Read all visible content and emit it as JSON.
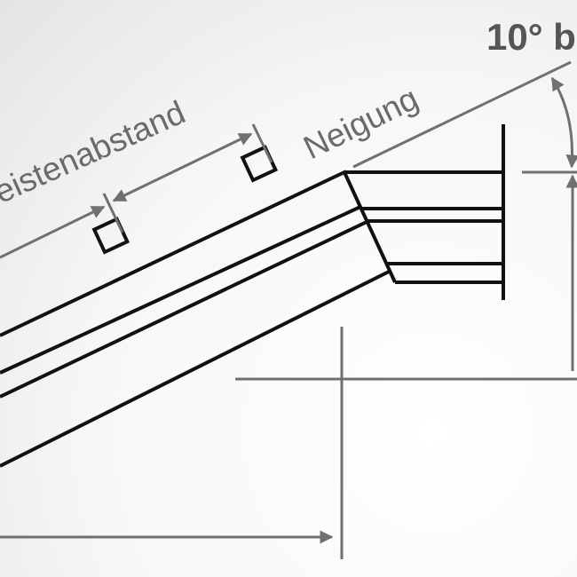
{
  "labels": {
    "batten_spacing": "Leistenabstand",
    "pitch": "Neigung",
    "angle": "10° b"
  },
  "colors": {
    "structure": "#111111",
    "dimension": "#707070"
  }
}
